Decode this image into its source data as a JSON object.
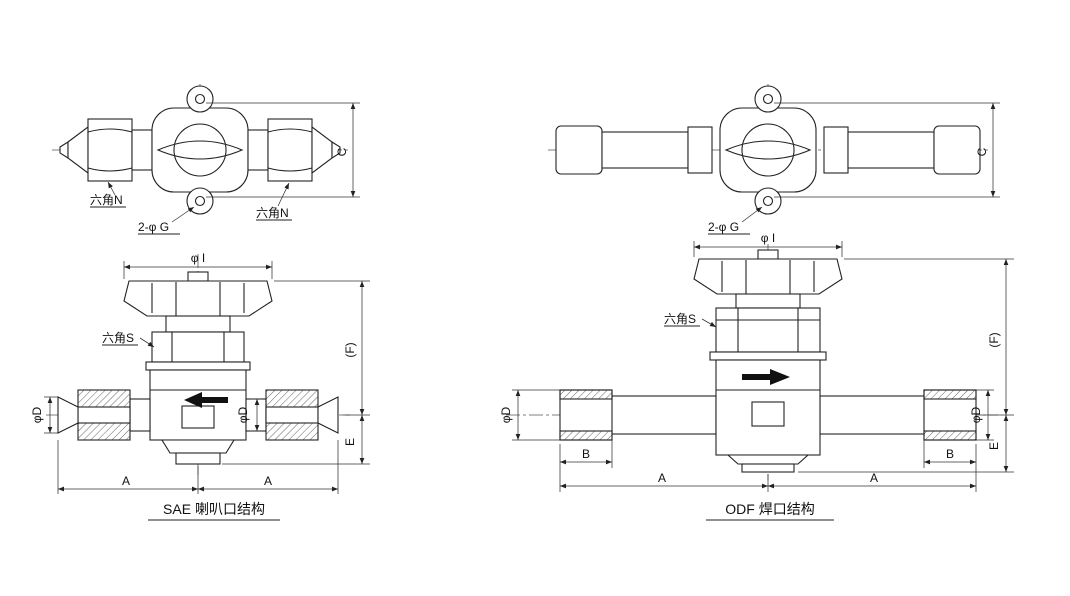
{
  "page": {
    "background": "#ffffff",
    "line_color": "#222222"
  },
  "sae": {
    "title": "SAE 喇叭口结构",
    "top": {
      "hex_left": "六角N",
      "hex_right": "六角N",
      "holes": "2-φ G",
      "dim_c": "C"
    },
    "front": {
      "dim_phi_i": "φ I",
      "hex_s": "六角S",
      "dim_phi_d_left": "φD",
      "dim_phi_d_right": "φD",
      "dim_f": "(F)",
      "dim_e": "E",
      "dim_a_left": "A",
      "dim_a_right": "A"
    }
  },
  "odf": {
    "title": "ODF 焊口结构",
    "top": {
      "holes": "2-φ G",
      "dim_c": "C"
    },
    "front": {
      "dim_phi_i": "φ I",
      "hex_s": "六角S",
      "dim_phi_d_left": "φD",
      "dim_phi_d_right": "φD",
      "dim_f": "(F)",
      "dim_e": "E",
      "dim_b_left": "B",
      "dim_b_right": "B",
      "dim_a_left": "A",
      "dim_a_right": "A"
    }
  }
}
